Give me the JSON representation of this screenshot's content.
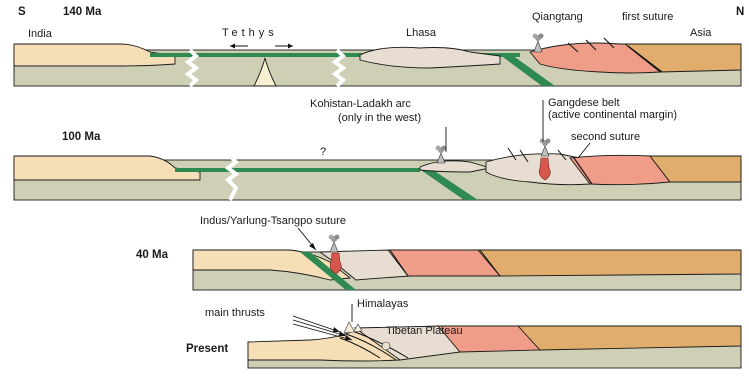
{
  "colors": {
    "india_crust": "#f6deb6",
    "mantle": "#cfcfb6",
    "mantle_dark": "#bfbfa4",
    "suture_green": "#2f8a52",
    "lhasa": "#e7ddd0",
    "qiangtang": "#ef9d88",
    "asia": "#e0ad6c",
    "magma": "#d6574b",
    "ridge": "#f6f0d0"
  },
  "panels": {
    "p140": {
      "orientation_left": "S",
      "age": "140 Ma",
      "india": "India",
      "tethys": "Tethys",
      "lhasa": "Lhasa",
      "qiangtang": "Qiangtang",
      "first_suture": "first suture",
      "asia": "Asia",
      "orientation_right": "N"
    },
    "p100": {
      "age": "100 Ma",
      "question": "?",
      "kohistan_line1": "Kohistan-Ladakh arc",
      "kohistan_line2": "(only in the west)",
      "gangdese_line1": "Gangdese belt",
      "gangdese_line2": "(active continental margin)",
      "second_suture": "second suture"
    },
    "p40": {
      "age": "40 Ma",
      "indus_suture": "Indus/Yarlung-Tsangpo suture"
    },
    "present": {
      "age": "Present",
      "main_thrusts": "main thrusts",
      "himalayas": "Himalayas",
      "tibetan_plateau": "Tibetan Plateau"
    }
  }
}
